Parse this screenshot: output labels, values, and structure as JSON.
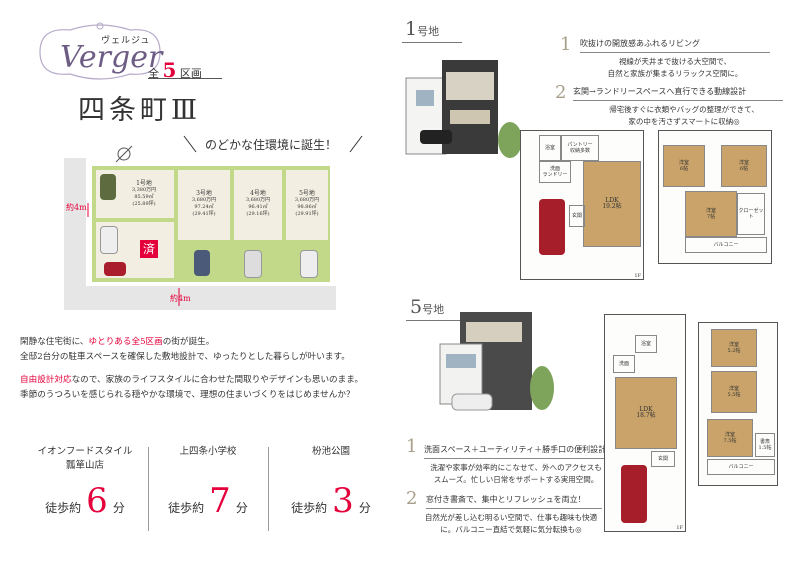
{
  "brand": {
    "logo": "Verger",
    "logo_kana": "ヴェルジュ"
  },
  "project": {
    "count_prefix": "全",
    "count_number": "5",
    "count_suffix": "区画",
    "town_name": "四条町Ⅲ"
  },
  "catchcopy": "のどかな住環境に誕生！",
  "site_map": {
    "road_width_left": "約4m",
    "road_width_bottom": "約4m",
    "sold_mark": "済",
    "lots": [
      {
        "name": "1号地",
        "price": "3,380万円",
        "area_m2": "85.59㎡",
        "area_tsubo": "(25.89坪)"
      },
      {
        "name": "3号地",
        "price": "3,680万円",
        "area_m2": "97.24㎡",
        "area_tsubo": "(29.41坪)"
      },
      {
        "name": "4号地",
        "price": "3,680万円",
        "area_m2": "96.41㎡",
        "area_tsubo": "(29.16坪)"
      },
      {
        "name": "5号地",
        "price": "3,680万円",
        "area_m2": "98.86㎡",
        "area_tsubo": "(29.91坪)"
      }
    ]
  },
  "intro": {
    "p1_before": "閑静な住宅街に、",
    "p1_highlight": "ゆとりある全5区画",
    "p1_after": "の街が誕生。",
    "p2": "全邸2台分の駐車スペースを確保した敷地設計で、ゆったりとした暮らしが叶います。",
    "p3_highlight": "自由設計対応",
    "p3_after": "なので、家族のライフスタイルに合わせた間取りやデザインも思いのまま。",
    "p4": "季節のうつろいを感じられる穏やかな環境で、理想の住まいづくりをはじめませんか？"
  },
  "access": [
    {
      "place": "イオンフードスタイル\n瓢箪山店",
      "walk_label": "徒歩約",
      "minutes": "6",
      "unit": "分"
    },
    {
      "place": "上四条小学校",
      "walk_label": "徒歩約",
      "minutes": "7",
      "unit": "分"
    },
    {
      "place": "枌池公園",
      "walk_label": "徒歩約",
      "minutes": "3",
      "unit": "分"
    }
  ],
  "lot1": {
    "number": "1",
    "suffix": "号地",
    "features": [
      {
        "num": "1",
        "title": "吹抜けの開放感あふれるリビング",
        "body": "視線が天井まで抜ける大空間で、\n自然と家族が集まるリラックス空間に。"
      },
      {
        "num": "2",
        "title": "玄関→ランドリースペースへ直行できる動線設計",
        "body": "帰宅後すぐに衣類やバッグの整理ができて、\n家の中を汚さずスマートに収納◎"
      }
    ],
    "plan_labels": {
      "ldk": "LDK\n19.2帖",
      "entrance": "玄関",
      "bath": "浴室",
      "laundry": "洗面\nランドリー",
      "pantry": "パントリー\n収納多数",
      "room1": "洋室\n6帖",
      "room2": "洋室\n6帖",
      "room3": "洋室\n7帖",
      "closet": "クローゼット",
      "balcony": "バルコニー",
      "north": "1F"
    }
  },
  "lot5": {
    "number": "5",
    "suffix": "号地",
    "features": [
      {
        "num": "1",
        "title": "洗面スペース＋ユーティリティ＋勝手口の便利設計",
        "body": "洗濯や家事が効率的にこなせて、外へのアクセスも\nスムーズ。忙しい日常をサポートする実用空間。"
      },
      {
        "num": "2",
        "title": "窓付き書斎で、集中とリフレッシュを両立！",
        "body": "自然光が差し込む明るい空間で、仕事も趣味も快適\nに。バルコニー直結で気軽に気分転換も◎"
      }
    ],
    "plan_labels": {
      "ldk": "LDK\n18.7帖",
      "entrance": "玄関",
      "bath": "浴室",
      "washroom": "洗面",
      "room1": "洋室\n5.2帖",
      "room2": "洋室\n5.5帖",
      "room3": "洋室\n7.5帖",
      "study": "書斎\n1.5帖",
      "balcony": "バルコニー",
      "north": "1F"
    }
  },
  "colors": {
    "accent": "#e4003a",
    "grass": "#c3d98a",
    "lot_bg": "#f2efe2",
    "road": "#e6e6e6"
  }
}
